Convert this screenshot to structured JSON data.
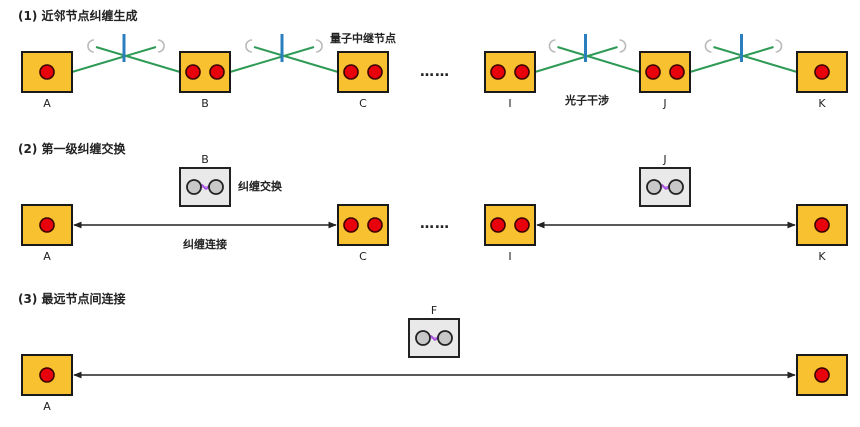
{
  "colors": {
    "node_fill": "#f7c12f",
    "node_stroke": "#1a1a1a",
    "qubit_fill": "#e8000b",
    "link_green": "#2e9a55",
    "beam_splitter_blue": "#2b7fbf",
    "swap_box_fill": "#e9e9e9",
    "swap_qubit_fill": "#c8c8c8",
    "entangle_purple": "#a347e0"
  },
  "sections": [
    {
      "title": "(1) 近邻节点纠缠生成",
      "annotations": {
        "relay_node": "量子中继节点",
        "photon_interference": "光子干涉"
      },
      "nodes": [
        {
          "label": "A",
          "qubits": 1
        },
        {
          "label": "B",
          "qubits": 2
        },
        {
          "label": "C",
          "qubits": 2
        },
        {
          "label": "I",
          "qubits": 2
        },
        {
          "label": "J",
          "qubits": 2
        },
        {
          "label": "K",
          "qubits": 1
        }
      ],
      "ellipsis": "……"
    },
    {
      "title": "(2) 第一级纠缠交换",
      "annotations": {
        "swap": "纠缠交换",
        "link": "纠缠连接"
      },
      "swap_boxes": [
        {
          "label": "B"
        },
        {
          "label": "J"
        }
      ],
      "nodes": [
        {
          "label": "A",
          "qubits": 1
        },
        {
          "label": "C",
          "qubits": 2
        },
        {
          "label": "I",
          "qubits": 2
        },
        {
          "label": "K",
          "qubits": 1
        }
      ],
      "ellipsis": "……"
    },
    {
      "title": "(3) 最远节点间连接",
      "swap_boxes": [
        {
          "label": "F"
        }
      ],
      "nodes": [
        {
          "label": "A",
          "qubits": 1
        },
        {
          "label": "",
          "qubits": 1
        }
      ]
    }
  ]
}
